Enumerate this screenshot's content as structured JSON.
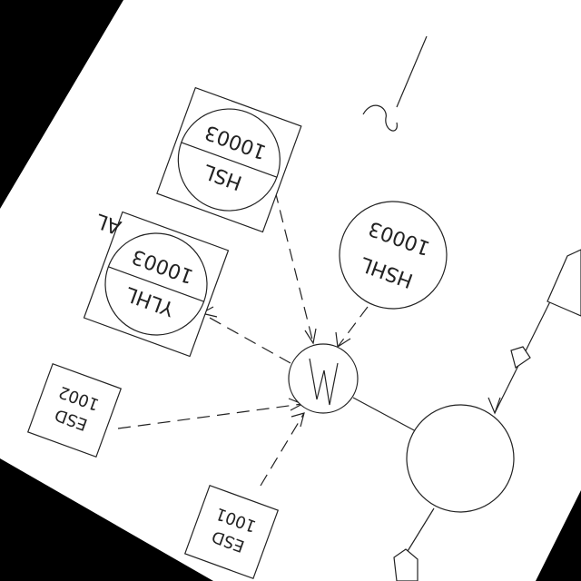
{
  "diagram": {
    "instruments": [
      {
        "id": "hsl",
        "tag": "HSL",
        "number": "10003"
      },
      {
        "id": "ylhl",
        "tag": "YLHL",
        "number": "10003"
      },
      {
        "id": "hshl",
        "tag": "HSHL",
        "number": "10003"
      },
      {
        "id": "esd2",
        "tag": "ESD",
        "number": "1002"
      },
      {
        "id": "esd1",
        "tag": "ESD",
        "number": "1001"
      }
    ],
    "annotations": {
      "alarm": "AL"
    }
  }
}
